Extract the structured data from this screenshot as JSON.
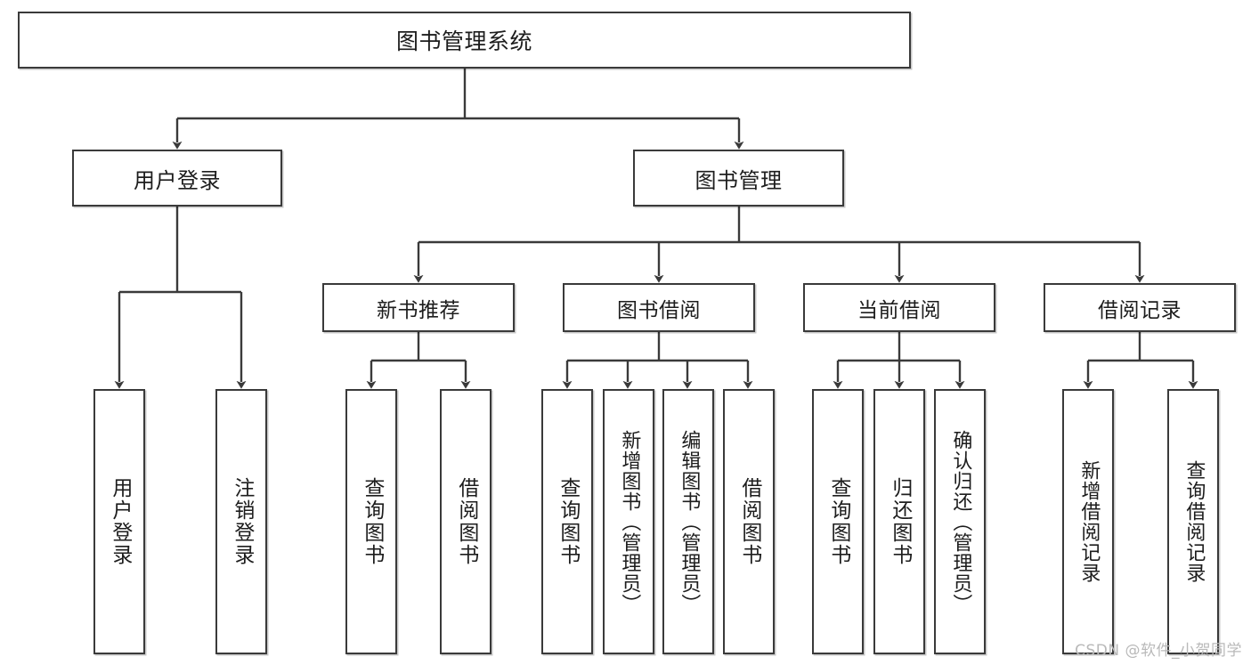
{
  "diagram": {
    "title": "图书管理系统",
    "type": "tree",
    "orientation": "top-down",
    "stroke_color": "#3a3a3a",
    "text_color": "#1d1d1d",
    "background": "#ffffff"
  },
  "nodes": {
    "root": {
      "label": "图书管理系统"
    },
    "level1": [
      {
        "id": "user-login",
        "label": "用户登录"
      },
      {
        "id": "book-manage",
        "label": "图书管理"
      }
    ],
    "level2": [
      {
        "id": "new-book-rec",
        "label": "新书推荐"
      },
      {
        "id": "book-borrow",
        "label": "图书借阅"
      },
      {
        "id": "current-borrow",
        "label": "当前借阅"
      },
      {
        "id": "borrow-record",
        "label": "借阅记录"
      }
    ],
    "leaves": {
      "user-login": [
        {
          "id": "leaf-user-login",
          "label": "用户登录"
        },
        {
          "id": "leaf-logout",
          "label": "注销登录"
        }
      ],
      "new-book-rec": [
        {
          "id": "leaf-query-book-1",
          "label": "查询图书"
        },
        {
          "id": "leaf-borrow-book-1",
          "label": "借阅图书"
        }
      ],
      "book-borrow": [
        {
          "id": "leaf-query-book-2",
          "label": "查询图书"
        },
        {
          "id": "leaf-add-book",
          "label": "新增图书（管理员）"
        },
        {
          "id": "leaf-edit-book",
          "label": "编辑图书（管理员）"
        },
        {
          "id": "leaf-borrow-book-2",
          "label": "借阅图书"
        }
      ],
      "current-borrow": [
        {
          "id": "leaf-query-book-3",
          "label": "查询图书"
        },
        {
          "id": "leaf-return-book",
          "label": "归还图书"
        },
        {
          "id": "leaf-confirm-return",
          "label": "确认归还（管理员）"
        }
      ],
      "borrow-record": [
        {
          "id": "leaf-add-record",
          "label": "新增借阅记录"
        },
        {
          "id": "leaf-query-record",
          "label": "查询借阅记录"
        }
      ]
    }
  },
  "watermark": {
    "text": "CSDN @软件_小贺同学"
  }
}
